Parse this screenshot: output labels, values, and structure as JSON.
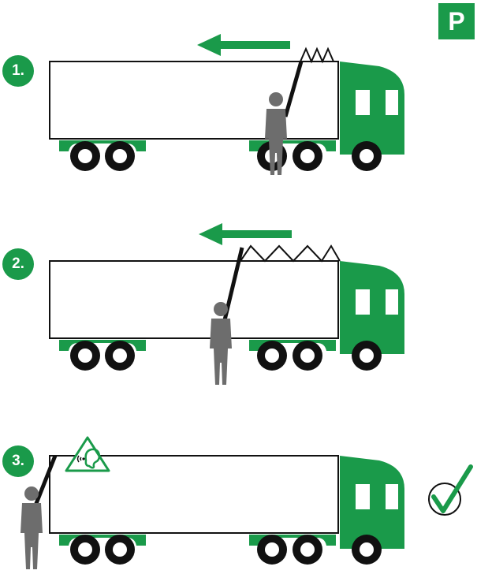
{
  "badge": {
    "label": "P"
  },
  "steps": [
    {
      "number": "1."
    },
    {
      "number": "2."
    },
    {
      "number": "3."
    }
  ],
  "colors": {
    "green": "#1a9a4a",
    "person": "#6d6d6d",
    "outline": "#111111"
  },
  "icons": [
    "arrow-left-icon",
    "person-icon",
    "hearing-warning-icon",
    "checkmark-icon"
  ]
}
